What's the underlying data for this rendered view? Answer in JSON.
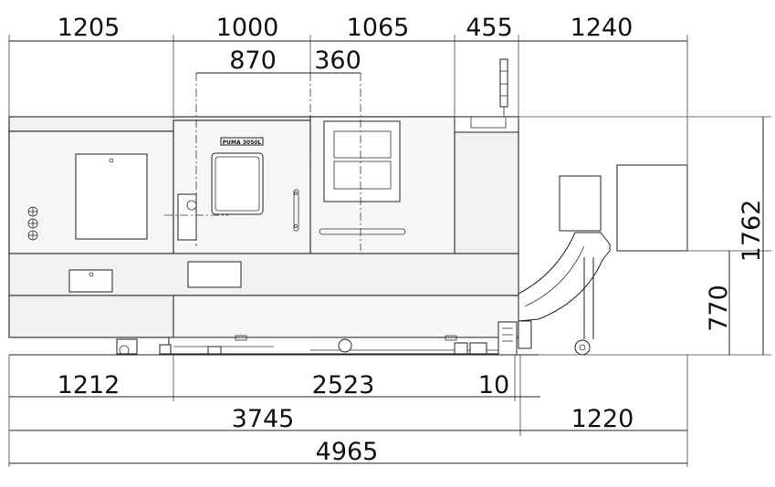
{
  "top_dimensions": {
    "left_section": "1205",
    "door_section": "1000",
    "window_section": "1065",
    "gap_section": "455",
    "conveyor_section": "1240",
    "door_inner": "870",
    "window_offset": "360"
  },
  "right_dimensions": {
    "overall_height": "1762",
    "bed_height": "770"
  },
  "bottom_dimensions": {
    "left_base": "1212",
    "center_base": "2523",
    "small_offset": "10",
    "machine_length": "3745",
    "conveyor_length": "1220",
    "overall_length": "4965"
  },
  "machine": {
    "model_plate": "PUMA 3050L"
  }
}
